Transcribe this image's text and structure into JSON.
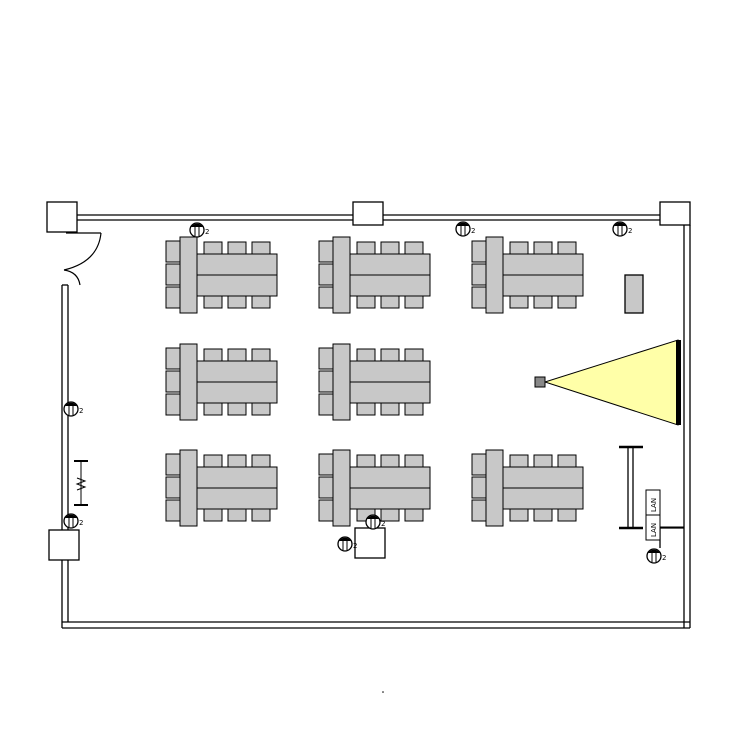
{
  "plan": {
    "lan_labels": [
      "LAN",
      "LAN"
    ],
    "outlet_label": "2",
    "colors": {
      "table": "#c8c8c8",
      "projection": "#ffffa8",
      "line": "#000000"
    }
  }
}
